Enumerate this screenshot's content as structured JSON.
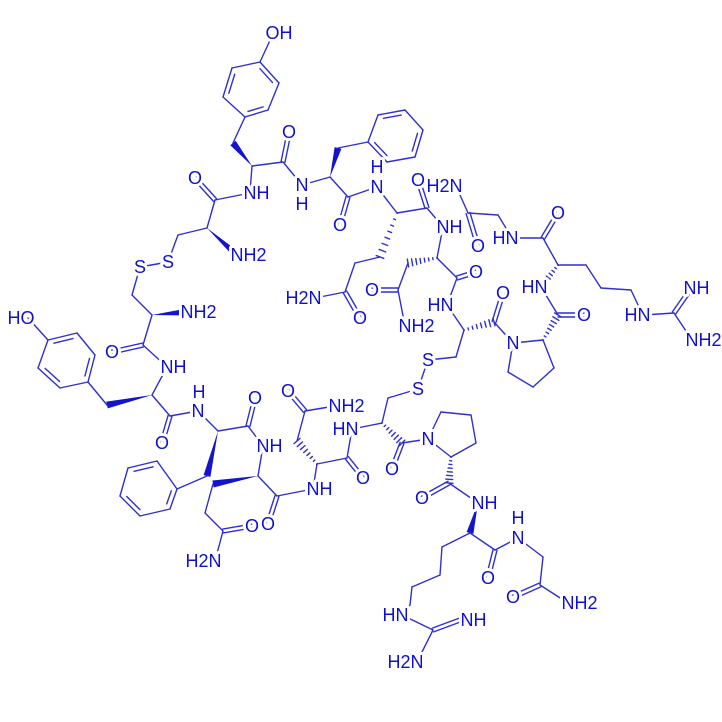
{
  "structure": {
    "colors": {
      "bond": "#2f2fd2",
      "atom_label": "#1010d0",
      "background": "#ffffff"
    },
    "atom_labels": [
      "OH",
      "O",
      "NH",
      "N",
      "H",
      "O",
      "NH2",
      "S",
      "S",
      "NH2",
      "O",
      "NH",
      "HO",
      "O",
      "N",
      "H",
      "O",
      "NH",
      "O",
      "H2N",
      "O",
      "NH",
      "O",
      "NH2",
      "O",
      "HN",
      "S",
      "S",
      "O",
      "N",
      "O",
      "NH",
      "HN",
      "NH",
      "H2N",
      "O",
      "N",
      "H",
      "O",
      "NH2",
      "O",
      "N",
      "O",
      "HN",
      "HN",
      "NH",
      "NH2",
      "O",
      "HN",
      "H2N",
      "O",
      "O",
      "N",
      "H",
      "O",
      "H2N",
      "O",
      "NH",
      "O",
      "NH2",
      "O",
      "HN"
    ]
  }
}
